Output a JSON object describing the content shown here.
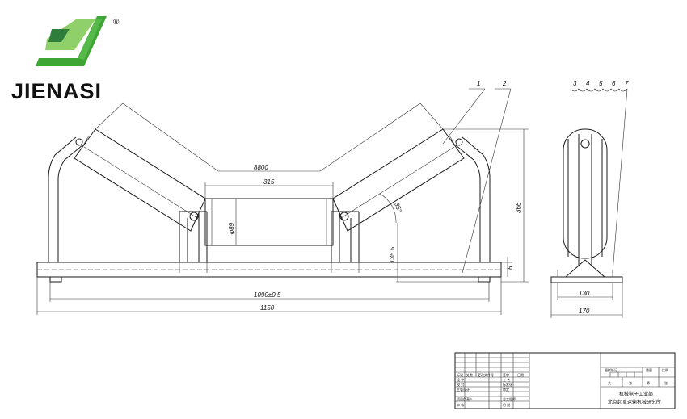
{
  "brand": {
    "name": "JIENASI",
    "registered": "®",
    "logo_color": "#3fa535",
    "logo_dark": "#2f7d3a"
  },
  "callouts": {
    "front": [
      "1",
      "2"
    ],
    "side": [
      "3",
      "4",
      "5",
      "6",
      "7"
    ]
  },
  "dimensions": {
    "roller_length": "8800",
    "center_roller": "315",
    "roller_diameter": "φ89",
    "trough_angle": "35°",
    "height_total": "366",
    "height_center": "135.5",
    "base_thickness": "6",
    "mount_spacing": "1090±0.5",
    "overall_length": "1150",
    "side_inner": "130",
    "side_outer": "170"
  },
  "title_block": {
    "left_headers": [
      "标记",
      "处数",
      "更改文件号",
      "签字",
      "日期"
    ],
    "left_rows": [
      [
        "设 计",
        "",
        "工 艺",
        ""
      ],
      [
        "校 对",
        "",
        "标准化",
        ""
      ],
      [
        "主管设计",
        "",
        "审定",
        ""
      ],
      [
        "项目负责人",
        "",
        "总工程师",
        ""
      ],
      [
        "审 核",
        "",
        "日 期",
        ""
      ]
    ],
    "stage_labels": [
      "图样标记",
      "重量",
      "比例"
    ],
    "sheet_labels": [
      "共",
      "张",
      "第",
      "张"
    ],
    "org_line1": "机械电子工业部",
    "org_line2": "北京起重运输机械研究所"
  }
}
